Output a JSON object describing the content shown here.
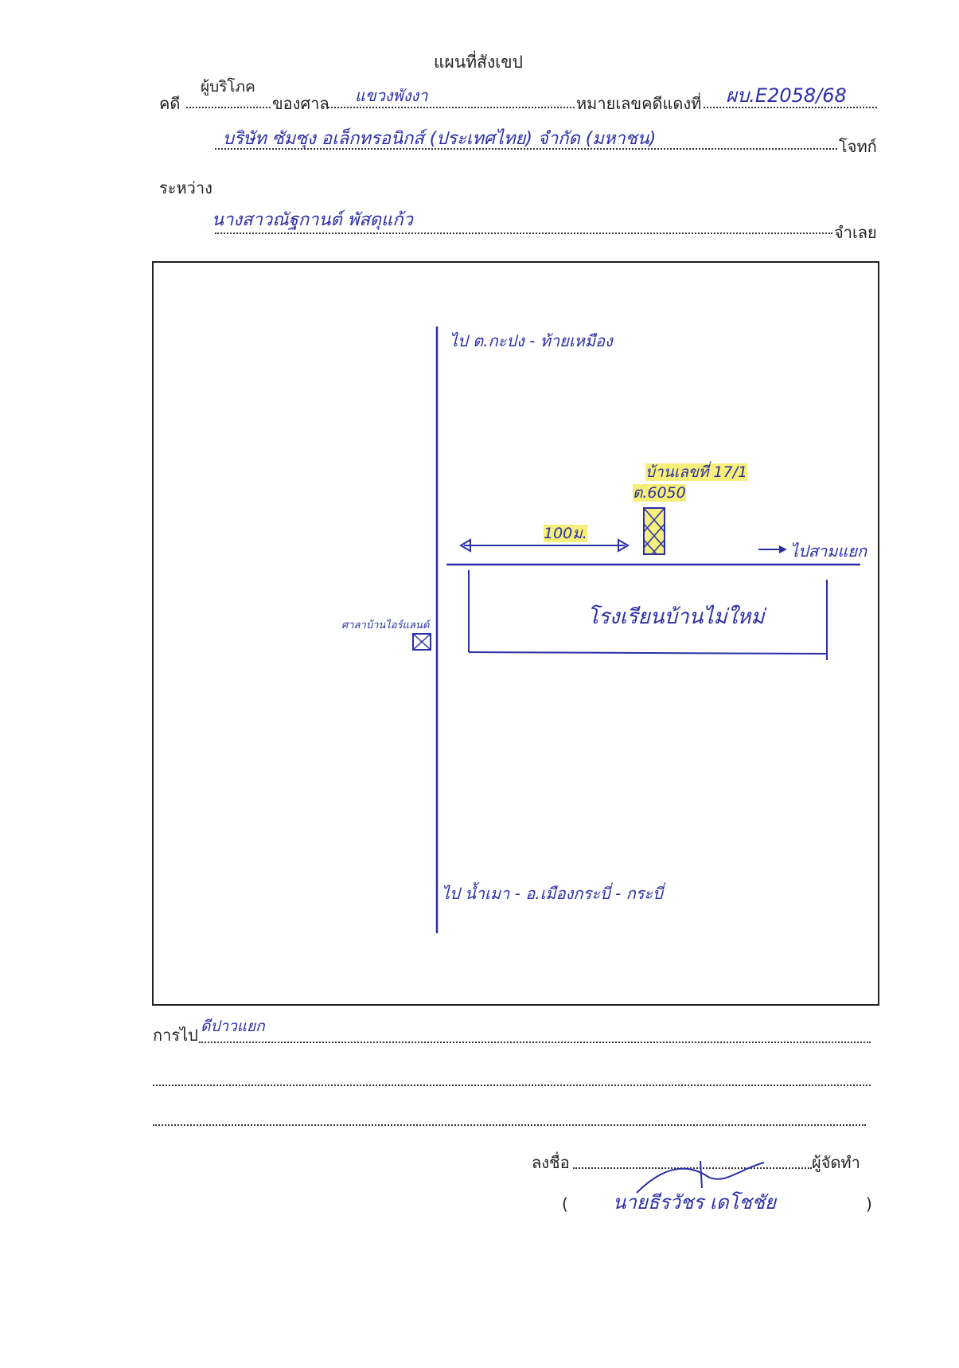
{
  "header": {
    "title": "แผนที่สังเขป",
    "case_label": "คดี",
    "case_type": "ผู้บริโภค",
    "court_label": "ของศาล",
    "court_name": "แขวงพังงา",
    "red_number_label": "หมายเลขคดีแดงที่",
    "red_number": "ผบ.E2058/68",
    "plaintiff_value": "บริษัท ซัมซุง อเล็กทรอนิกส์ (ประเทศไทย) จำกัด (มหาชน)",
    "plaintiff_label": "โจทก์",
    "between_label": "ระหว่าง",
    "defendant_value": "นางสาวณัฐกานต์ พัสดุแก้ว",
    "defendant_label": "จำเลย"
  },
  "map": {
    "north_label": "ไป ต.กะปง - ท้ายเหมือง",
    "house_label": "บ้านเลขที่ 17/1",
    "house_sub_label": "ต.6050",
    "distance_label": "100ม.",
    "east_label": "ไปสามแยก",
    "school_label": "โรงเรียนบ้านไม่ใหม่",
    "shop_label": "ศาลาบ้านไอร์แลนด์",
    "south_label": "ไป น้ำเมา - อ.เมืองกระบี่ - กระบี่"
  },
  "footer": {
    "route_label": "การไป",
    "route_value": "ดีปาวแยก",
    "sign_label": "ลงชื่อ",
    "maker_label": "ผู้จัดทำ",
    "open_paren": "(",
    "signer_name": "นายธีรวัชร เดโชชัย",
    "close_paren": ")"
  },
  "colors": {
    "ink_blue": "#2b2fa6",
    "highlight": "#f6ef7a",
    "printed_text": "#222222"
  }
}
